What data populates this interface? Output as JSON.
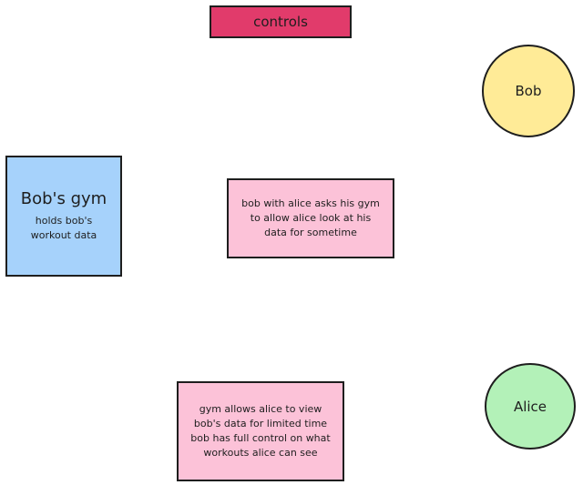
{
  "title_box": {
    "label": "controls"
  },
  "gym": {
    "title": "Bob's gym",
    "description": "holds bob's workout data"
  },
  "actors": {
    "bob": "Bob",
    "alice": "Alice"
  },
  "notes": {
    "request": "bob with alice asks his gym to allow alice look at his data for sometime",
    "permission_line1": "gym allows alice to view bob's data for limited time",
    "permission_line2": "bob has full control on what workouts alice can see"
  },
  "colors": {
    "title_fill": "#e13b6b",
    "gym_fill": "#a6d2fb",
    "note_fill": "#fcc2d8",
    "bob_fill": "#ffeb97",
    "alice_fill": "#b3f1b8",
    "stroke": "#1e1e1e"
  }
}
